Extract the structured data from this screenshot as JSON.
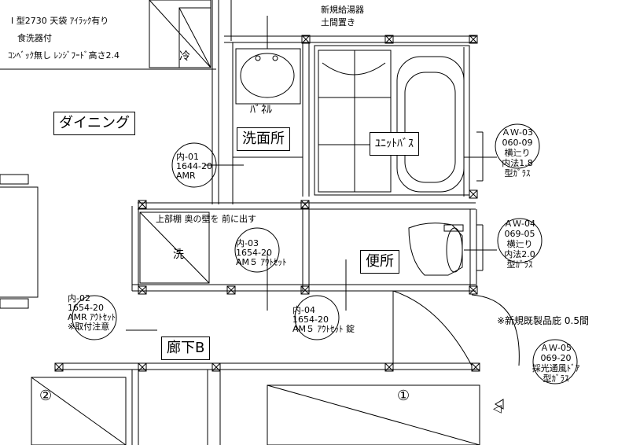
{
  "kitchen": {
    "line1": "I 型2730 天袋 ｱｲﾗｯｸ有り",
    "line2": "食洗器付",
    "line3": "ｺﾝﾍﾞｯｸ無し ﾚﾝｼﾞﾌｰﾄﾞ高さ2.4",
    "fridge": "冷"
  },
  "water_heater": {
    "line1": "新規給湯器",
    "line2": "土間置き"
  },
  "rooms": {
    "dining": "ダイニング",
    "washroom": "洗面所",
    "unit_bath": "ﾕﾆｯﾄﾊﾞｽ",
    "toilet": "便所",
    "hallway": "廊下B",
    "panel": "ﾊﾟﾈﾙ",
    "wash": "洗"
  },
  "shelf_note": "上部棚 奥の壁を 前に出す",
  "doors": {
    "uchi01": {
      "id": "内-01",
      "size": "1644-20",
      "spec": "AMR"
    },
    "uchi02": {
      "id": "内-02",
      "size": "1654-20",
      "spec": "AMR ｱｳﾄｾｯﾄ",
      "note": "※取付注意"
    },
    "uchi03": {
      "id": "内-03",
      "size": "1654-20",
      "spec": "AM５ ｱｳﾄｾｯﾄ"
    },
    "uchi04": {
      "id": "内-04",
      "size": "1654-20",
      "spec": "AM５ ｱｳﾄｾｯﾄ 錠"
    }
  },
  "windows": {
    "aw03": {
      "id": "ＡＷ-03",
      "size": "060-09",
      "l1": "横辷り",
      "l2": "内法1.8",
      "l3": "型ｶﾞﾗｽ"
    },
    "aw04": {
      "id": "ＡＷ-04",
      "size": "069-05",
      "l1": "横辷り",
      "l2": "内法2.0",
      "l3": "型ｶﾞﾗｽ"
    },
    "aw05": {
      "id": "ＡＷ-05",
      "size": "069-20",
      "l1": "採光通風ﾄﾞｱ",
      "l2": "型ｶﾞﾗｽ"
    }
  },
  "floor_note": "※新規既製品庇 0.5間",
  "markers": {
    "m1": "①",
    "m2": "②",
    "arrow": "◁"
  }
}
